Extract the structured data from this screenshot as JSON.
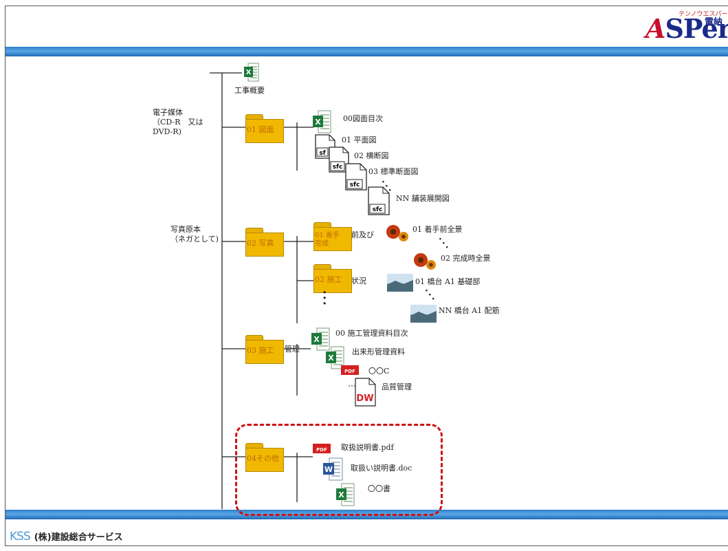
{
  "logo": {
    "tagline": "テンノウエスパー",
    "brand": "SPer",
    "small": "電納"
  },
  "footer": {
    "logo_text": "KSS",
    "company": "(株)建設総合サービス"
  },
  "media_label": "電子媒体\n（CD-R　又は\nDVD-R)",
  "photo_label": "写真原本\n（ネガとして)",
  "nodes": {
    "koji_gaiyo": "工事概要",
    "zumen_folder": "01 図面",
    "zumen_mokuji": "00図面目次",
    "heimen": "01 平面図",
    "odan": "02 横断図",
    "hyojun": "03 標準断面図",
    "hoso": "NN 舗装展開図",
    "shashin_folder": "02 写真",
    "chakushu_folder": "01 着手",
    "chakushu_tail": "前及び",
    "kansei_sub": "完成",
    "chakushu_photo": "01 着手前全景",
    "kansei_photo": "02 完成時全景",
    "seko_folder": "02 施工",
    "seko_tail": "状況",
    "kyodai_photo": "01 橋台 A1 基礎部",
    "haikin_photo": "NN 橋台 A1 配筋",
    "kanri_folder": "03 施工",
    "kanri_tail": "管理",
    "kanri_mokuji": "00 施工管理資料目次",
    "dekigata": "出来形管理資料",
    "ooc": "〇〇C",
    "hinshitsu": "品質管理",
    "sonota_folder": "04その他",
    "toriatsukai_pdf": "取扱説明書.pdf",
    "toriatsukai_doc": "取扱い説明書.doc",
    "oosho": "〇〇書"
  },
  "icons": {
    "excel": "excel-icon",
    "sfc": "sfc",
    "pdf": "PDF",
    "dw": "DW",
    "word": "W"
  },
  "colors": {
    "band": "#2f7fc9",
    "folder": "#f1b800",
    "dash": "#cc1111",
    "excel": "#1d7a3a",
    "word": "#2b579a",
    "pdf": "#d42020"
  }
}
